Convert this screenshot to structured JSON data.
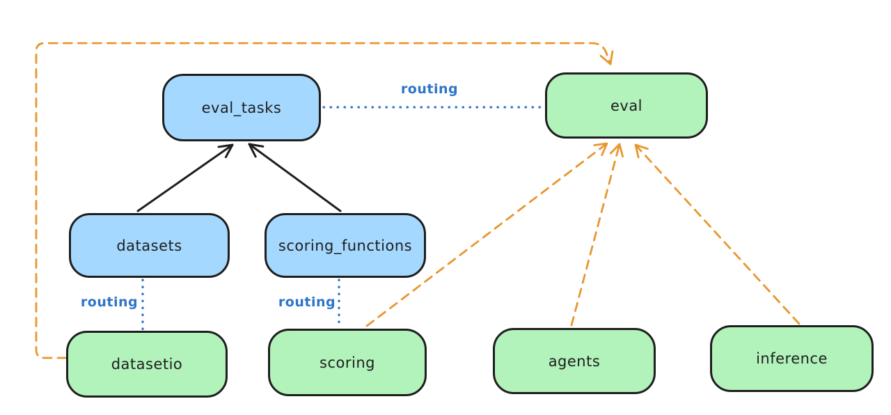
{
  "colors": {
    "background": "#ffffff",
    "node_stroke": "#1e1e1e",
    "blue_node_fill": "#a5d8ff",
    "green_node_fill": "#b2f2bb",
    "solid_arrow": "#1e1e1e",
    "routing_link_blue": "#2e74c8",
    "dashed_arrow_orange": "#e8962e"
  },
  "nodes": {
    "eval_tasks": {
      "label": "eval_tasks",
      "color": "blue"
    },
    "eval": {
      "label": "eval",
      "color": "green"
    },
    "datasets": {
      "label": "datasets",
      "color": "blue"
    },
    "scoring_functions": {
      "label": "scoring_functions",
      "color": "blue"
    },
    "datasetio": {
      "label": "datasetio",
      "color": "green"
    },
    "scoring": {
      "label": "scoring",
      "color": "green"
    },
    "agents": {
      "label": "agents",
      "color": "green"
    },
    "inference": {
      "label": "inference",
      "color": "green"
    }
  },
  "edges": {
    "solid_arrows": [
      {
        "from": "datasets",
        "to": "eval_tasks"
      },
      {
        "from": "scoring_functions",
        "to": "eval_tasks"
      }
    ],
    "dotted_routing_links": [
      {
        "from": "eval_tasks",
        "to": "eval",
        "label": "routing"
      },
      {
        "from": "datasets",
        "to": "datasetio",
        "label": "routing"
      },
      {
        "from": "scoring_functions",
        "to": "scoring",
        "label": "routing"
      }
    ],
    "dashed_arrows": [
      {
        "from": "datasetio",
        "to": "eval"
      },
      {
        "from": "scoring",
        "to": "eval"
      },
      {
        "from": "agents",
        "to": "eval"
      },
      {
        "from": "inference",
        "to": "eval"
      }
    ]
  }
}
